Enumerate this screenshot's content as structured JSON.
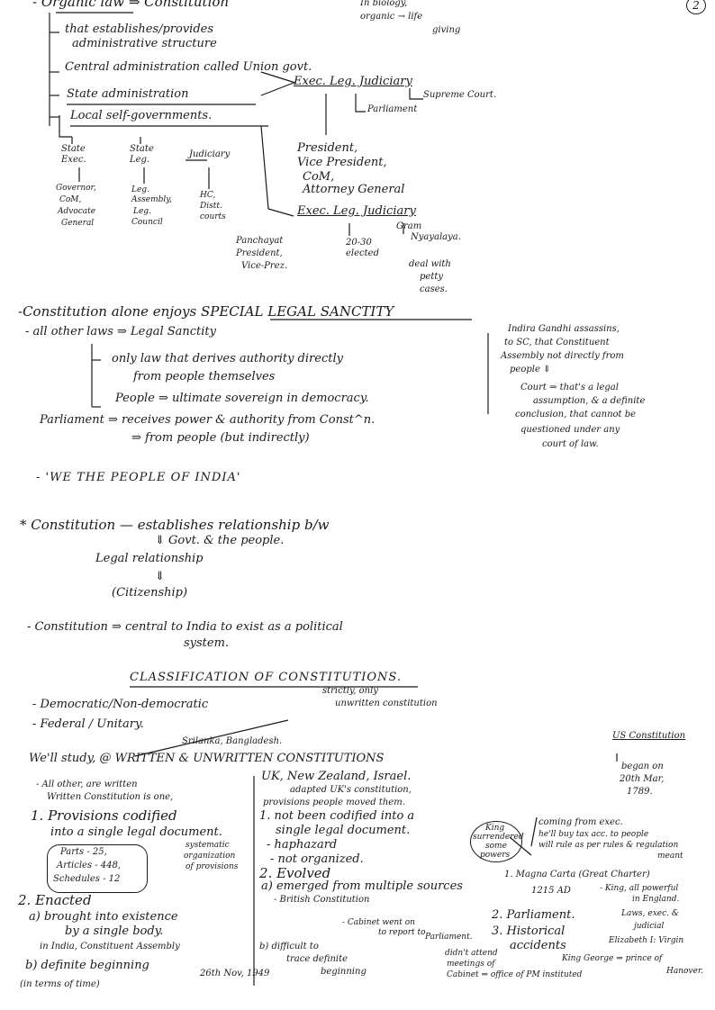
{
  "page_number": "2",
  "header": {
    "title": "- Organic law ⇒ Constitution",
    "aside_1": "In biology,",
    "aside_2": "organic → life",
    "aside_3": "giving"
  },
  "admin": {
    "est_1": "that establishes/provides",
    "est_2": "administrative structure",
    "central": "Central administration called Union govt.",
    "union": "Exec. Leg. Judiciary",
    "supreme": "Supreme Court.",
    "parliament": "Parliament",
    "state": "State administration",
    "local": "Local self-governments.",
    "state_exec": "State Exec.",
    "state_leg": "State Leg.",
    "state_jud": "Judiciary",
    "state_exec_list": [
      "Governor,",
      "CoM,",
      "Advocate",
      "General"
    ],
    "state_leg_list": [
      "Leg.",
      "Assembly,",
      "Leg.",
      "Council"
    ],
    "state_jud_list": [
      "HC,",
      "Distt.",
      "courts"
    ],
    "union_exec_list": [
      "President,",
      "Vice President,",
      "CoM,",
      "Attorney General"
    ],
    "local_branches": "Exec. Leg. Judiciary",
    "local_exec_list": [
      "Panchayat",
      "President,",
      "Vice-Prez."
    ],
    "local_leg_list": [
      "20-30",
      "elected"
    ],
    "local_jud_list": [
      "Gram",
      "Nyayalaya."
    ],
    "local_jud_note": [
      "deal with",
      "petty",
      "cases."
    ]
  },
  "sanctity": {
    "line1": "-Constitution alone enjoys SPECIAL LEGAL SANCTITY",
    "line2": "- all other laws ⇒ Legal Sanctity",
    "line3": "only law that derives authority directly",
    "line4": "from people themselves",
    "line5": "People ⇒ ultimate sovereign in democracy.",
    "line6": "Parliament ⇒ receives power & authority from Const^n.",
    "line7": "⇒ from people (but indirectly)",
    "line8": "- 'WE THE PEOPLE OF INDIA'",
    "side": [
      "Indira Gandhi assassins,",
      "to SC, that Constituent",
      "Assembly not directly from",
      "people ⇓",
      "Court ⇒ that's a legal",
      "assumption, & a definite",
      "conclusion, that cannot be",
      "questioned under any",
      "court of law."
    ]
  },
  "relationship": {
    "line1": "* Constitution — establishes relationship b/w",
    "line2": "⇓ Govt. & the people.",
    "line3": "Legal relationship",
    "line4": "⇓",
    "line5": "(Citizenship)",
    "line6": "- Constitution ⇒ central to India to exist as a political",
    "line7": "system."
  },
  "classification": {
    "title": "CLASSIFICATION OF CONSTITUTIONS.",
    "line1": "- Democratic/Non-democratic",
    "line2": "- Federal / Unitary.",
    "sri": "Srilanka, Bangladesh.",
    "strictly": "strictly, only",
    "unwritten_only": "unwritten constitution",
    "study": "We'll study, @ WRITTEN & UNWRITTEN CONSTITUTIONS",
    "uk": "UK, New Zealand, Israel.",
    "us_title": "US Constitution",
    "us_lines": [
      "began on",
      "20th Mar,",
      "1789."
    ]
  },
  "written": {
    "all_other": "- All other, are written",
    "wc_is": "Written Constitution is one,",
    "p1": "1. Provisions codified",
    "p1b": "into a single legal document.",
    "box": [
      "Parts - 25,",
      "Articles - 448,",
      "Schedules - 12"
    ],
    "sys": [
      "systematic",
      "organization",
      "of provisions"
    ],
    "enacted": "2. Enacted",
    "a1": "a) brought into existence",
    "a2": "by a single body.",
    "a3": "in India, Constituent Assembly",
    "b1": "b) definite beginning",
    "b2": "(in terms of time)",
    "date": "26th Nov, 1949"
  },
  "unwritten": {
    "adapted": "adapted UK's constitution,",
    "moved": "provisions people moved them.",
    "p1": "1. not been codified into a",
    "p1b": "single legal document.",
    "hap": "- haphazard",
    "org": "- not organized.",
    "king_box": [
      "King",
      "surrendered",
      "some",
      "powers"
    ],
    "coming": [
      "coming from exec.",
      "he'll buy tax acc. to people",
      "will rule as per rules & regulation"
    ],
    "meant": "meant",
    "evolved": "2. Evolved",
    "emerged": "a) emerged from multiple sources",
    "british": "- British Constitution",
    "magna": "1. Magna Carta (Great Charter)",
    "ad": "1215 AD",
    "king_all": [
      "- King, all powerful",
      "in England.",
      "Laws, exec. &",
      "judicial"
    ],
    "parl": "2. Parliament.",
    "hist1": "3. Historical",
    "hist2": "accidents",
    "cabinet_note": [
      "- Cabinet went on",
      "to report to",
      "Parliament."
    ],
    "difficult": [
      "b) difficult to",
      "trace definite",
      "beginning"
    ],
    "attend": [
      "didn't attend",
      "meetings of",
      "Cabinet ⇒ office of PM instituted"
    ],
    "george": [
      "King George ⇒ prince of",
      "Hanover."
    ],
    "elizabeth": "Elizabeth I: Virgin"
  }
}
